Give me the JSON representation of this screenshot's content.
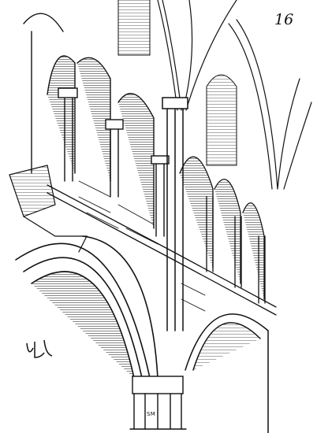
{
  "plate": {
    "number": "16"
  },
  "signature": {
    "initials": "SM",
    "monogram": "VLD"
  },
  "figure": {
    "ink": "#111111",
    "paper": "#ffffff"
  }
}
